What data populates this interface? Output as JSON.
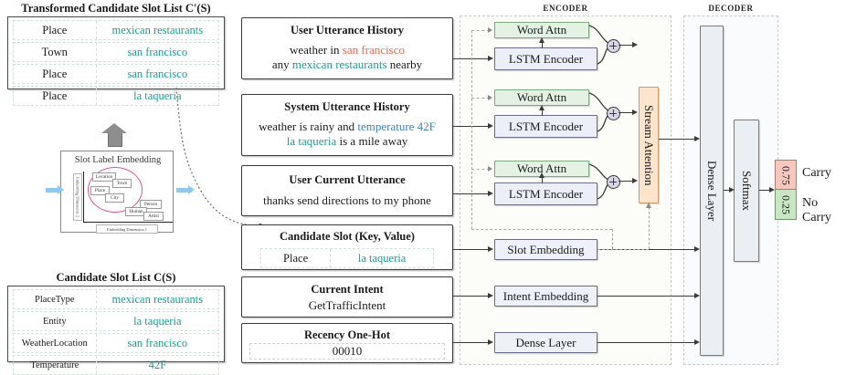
{
  "left": {
    "transformed_table": {
      "title": "Transformed Candidate Slot List C'(S)",
      "rows": [
        {
          "key": "Place",
          "value": "mexican restaurants"
        },
        {
          "key": "Town",
          "value": "san francisco"
        },
        {
          "key": "Place",
          "value": "san francisco"
        },
        {
          "key": "Place",
          "value": "la taqueria"
        }
      ]
    },
    "candidate_table": {
      "title": "Candidate Slot List C(S)",
      "rows": [
        {
          "key": "PlaceType",
          "value": "mexican restaurants"
        },
        {
          "key": "Entity",
          "value": "la taqueria"
        },
        {
          "key": "WeatherLocation",
          "value": "san francisco"
        },
        {
          "key": "Temperature",
          "value": "42F"
        }
      ]
    },
    "embedding_panel": {
      "title": "Slot Label Embedding",
      "x_axis_label": "Embedding Dimension 1",
      "y_axis_label": "Embedding Dimension 2",
      "cluster_a": [
        "Location",
        "Town",
        "Place",
        "City"
      ],
      "cluster_b": [
        "Person",
        "Human",
        "Artist"
      ]
    }
  },
  "inputs": [
    {
      "title": "User Utterance History",
      "lines": [
        [
          {
            "t": "weather in ",
            "c": "plain"
          },
          {
            "t": "san francisco",
            "c": "red"
          }
        ],
        [
          {
            "t": "any ",
            "c": "plain"
          },
          {
            "t": "mexican restaurants",
            "c": "teal"
          },
          {
            "t": " nearby",
            "c": "plain"
          }
        ]
      ]
    },
    {
      "title": "System Utterance History",
      "lines": [
        [
          {
            "t": "weather is rainy and ",
            "c": "plain"
          },
          {
            "t": "temperature 42F",
            "c": "blue"
          }
        ],
        [
          {
            "t": "la taqueria",
            "c": "teal"
          },
          {
            "t": " is a mile away",
            "c": "plain"
          }
        ]
      ]
    },
    {
      "title": "User Current Utterance",
      "lines": [
        [
          {
            "t": "thanks send directions to my phone",
            "c": "plain"
          }
        ]
      ]
    }
  ],
  "candidate_slot": {
    "title": "Candidate Slot (Key, Value)",
    "key": "Place",
    "value": "la taqueria"
  },
  "current_intent": {
    "title": "Current Intent",
    "value": "GetTrafficIntent"
  },
  "recency": {
    "title": "Recency One-Hot",
    "value": "00010"
  },
  "encoder": {
    "label": "ENCODER",
    "word_attn_label": "Word Attn",
    "lstm_label": "LSTM Encoder",
    "slot_embedding_label": "Slot Embedding",
    "intent_embedding_label": "Intent Embedding",
    "dense_layer_label": "Dense Layer",
    "stream_attention_label": "Stream Attention"
  },
  "decoder": {
    "label": "DECODER",
    "dense_layer_label": "Dense Layer",
    "softmax_label": "Softmax"
  },
  "output": {
    "carry_value": "0.75",
    "carry_label": "Carry",
    "no_carry_value": "0.25",
    "no_carry_label": "No Carry"
  },
  "colors": {
    "teal": "#1a9e8f",
    "red": "#f4614a",
    "blue": "#3b7fd4",
    "carry": "#f6c8bd",
    "no_carry": "#c8e6c2",
    "attn": "#e4f2e4",
    "stream": "#fce4cd"
  }
}
